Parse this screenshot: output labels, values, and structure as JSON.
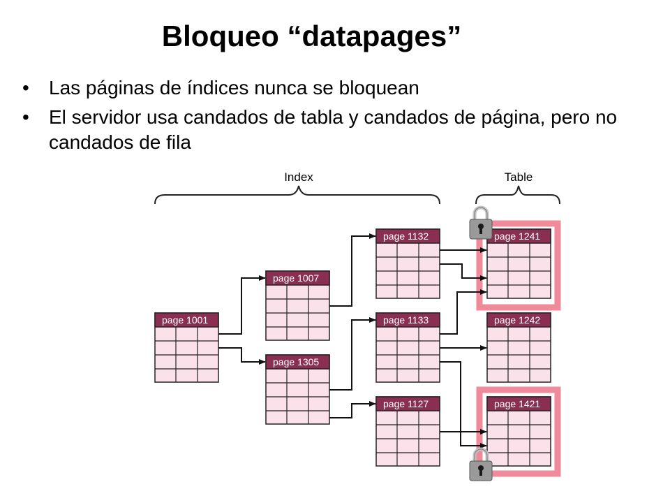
{
  "slide": {
    "title": "Bloqueo “datapages”",
    "bullets": [
      "Las páginas de índices nunca se bloquean",
      "El servidor usa candados de tabla y candados de página, pero no candados de fila"
    ]
  },
  "diagram": {
    "index_label": "Index",
    "table_label": "Table",
    "colors": {
      "header": "#8b2f52",
      "cell": "#fbe1ea",
      "grid": "#222222",
      "highlight": "#ef8a9a",
      "lock_body": "#9a9a9a",
      "lock_shackle": "#c4c4c4"
    },
    "pages": [
      {
        "id": "p1001",
        "label": "page 1001"
      },
      {
        "id": "p1007",
        "label": "page 1007"
      },
      {
        "id": "p1305",
        "label": "page 1305"
      },
      {
        "id": "p1132",
        "label": "page 1132"
      },
      {
        "id": "p1133",
        "label": "page 1133"
      },
      {
        "id": "p1127",
        "label": "page 1127"
      },
      {
        "id": "p1241",
        "label": "page 1241"
      },
      {
        "id": "p1242",
        "label": "page 1242"
      },
      {
        "id": "p1421",
        "label": "page 1421"
      }
    ],
    "locked_pages": [
      "page 1241",
      "page 1421"
    ],
    "lock_icon": "padlock-icon"
  }
}
